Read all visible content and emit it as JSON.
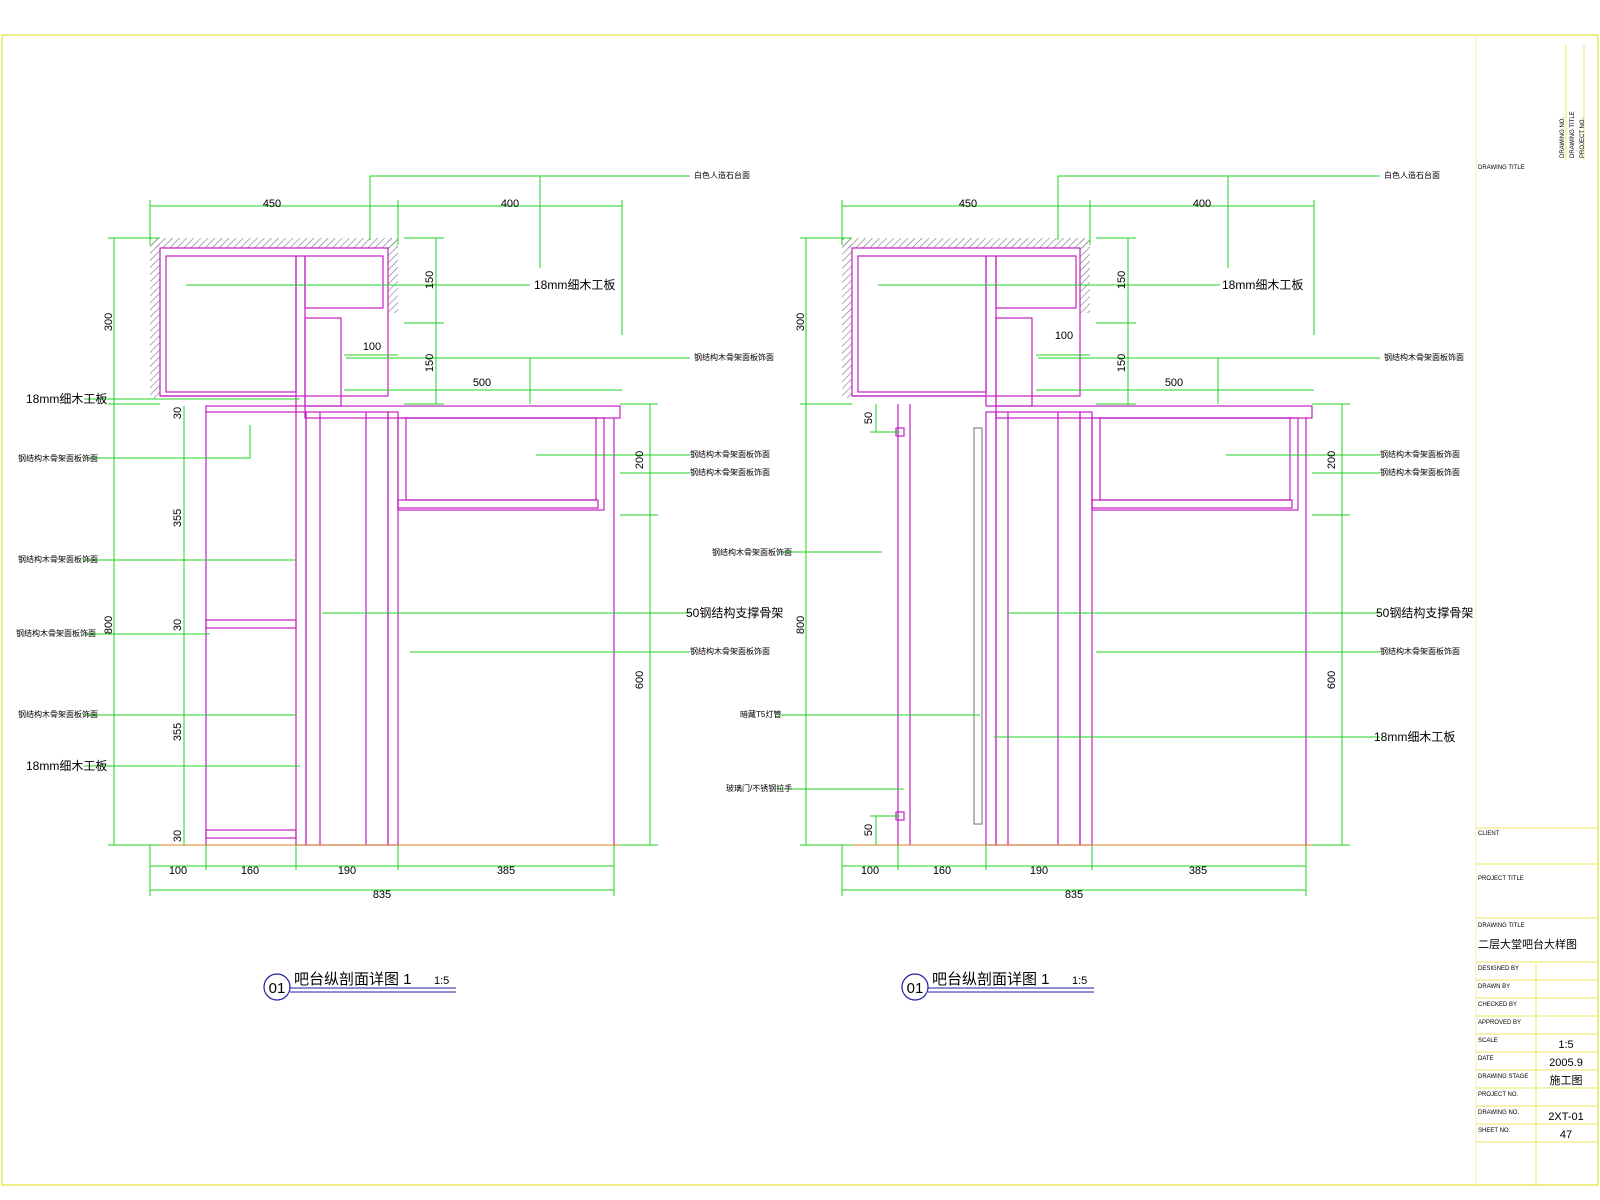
{
  "drawings": [
    {
      "id": "left",
      "number": "01",
      "title": "吧台纵剖面详图 1",
      "scale": "1:5",
      "dims_top": [
        "450",
        "400"
      ],
      "dims_bottom": [
        "100",
        "160",
        "190",
        "385"
      ],
      "dim_total": "835",
      "dims_left": [
        "300",
        "800"
      ],
      "dims_inner": [
        "30",
        "355",
        "30",
        "355",
        "30"
      ],
      "dims_center": [
        "150",
        "150",
        "100",
        "500"
      ],
      "dims_right": [
        "200",
        "600"
      ],
      "labels_right": [
        "白色人造石台面",
        "18mm细木工板",
        "钢结构木骨架面板饰面",
        "钢结构木骨架面板饰面",
        "钢结构木骨架面板饰面",
        "50钢结构支撑骨架",
        "钢结构木骨架面板饰面"
      ],
      "labels_left": [
        "18mm细木工板",
        "钢结构木骨架面板饰面",
        "钢结构木骨架面板饰面",
        "钢结构木骨架面板饰面",
        "钢结构木骨架面板饰面",
        "18mm细木工板"
      ]
    },
    {
      "id": "right",
      "number": "01",
      "title": "吧台纵剖面详图 1",
      "scale": "1:5",
      "dims_top": [
        "450",
        "400"
      ],
      "dims_bottom": [
        "100",
        "160",
        "190",
        "385"
      ],
      "dim_total": "835",
      "dims_left": [
        "300",
        "800"
      ],
      "dims_inner": [
        "50",
        "50"
      ],
      "dims_center": [
        "150",
        "150",
        "100",
        "500"
      ],
      "dims_right": [
        "200",
        "600"
      ],
      "labels_right": [
        "白色人造石台面",
        "18mm细木工板",
        "钢结构木骨架面板饰面",
        "钢结构木骨架面板饰面",
        "钢结构木骨架面板饰面",
        "50钢结构支撑骨架",
        "钢结构木骨架面板饰面",
        "18mm细木工板"
      ],
      "labels_left": [
        "钢结构木骨架面板饰面",
        "暗藏T5灯管",
        "玻璃门/不锈钢拉手"
      ]
    }
  ],
  "title_block": {
    "rotated_lines": [
      "DRAWING NO.",
      "DRAWING TITLE",
      "PROJECT NO."
    ],
    "drawing_title_label": "DRAWING TITLE",
    "client_label": "CLIENT",
    "project_label": "PROJECT TITLE",
    "drawing_name_label": "DRAWING TITLE",
    "drawing_name": "二层大堂吧台大样图",
    "rows": [
      {
        "label": "DESIGNED BY",
        "value": ""
      },
      {
        "label": "DRAWN BY",
        "value": ""
      },
      {
        "label": "CHECKED BY",
        "value": ""
      },
      {
        "label": "APPROVED BY",
        "value": ""
      },
      {
        "label": "SCALE",
        "value": "1:5"
      },
      {
        "label": "DATE",
        "value": "2005.9"
      },
      {
        "label": "DRAWING STAGE",
        "value": "施工图"
      },
      {
        "label": "PROJECT NO.",
        "value": ""
      },
      {
        "label": "DRAWING NO.",
        "value": "2XT-01"
      },
      {
        "label": "SHEET NO.",
        "value": "47"
      }
    ]
  }
}
